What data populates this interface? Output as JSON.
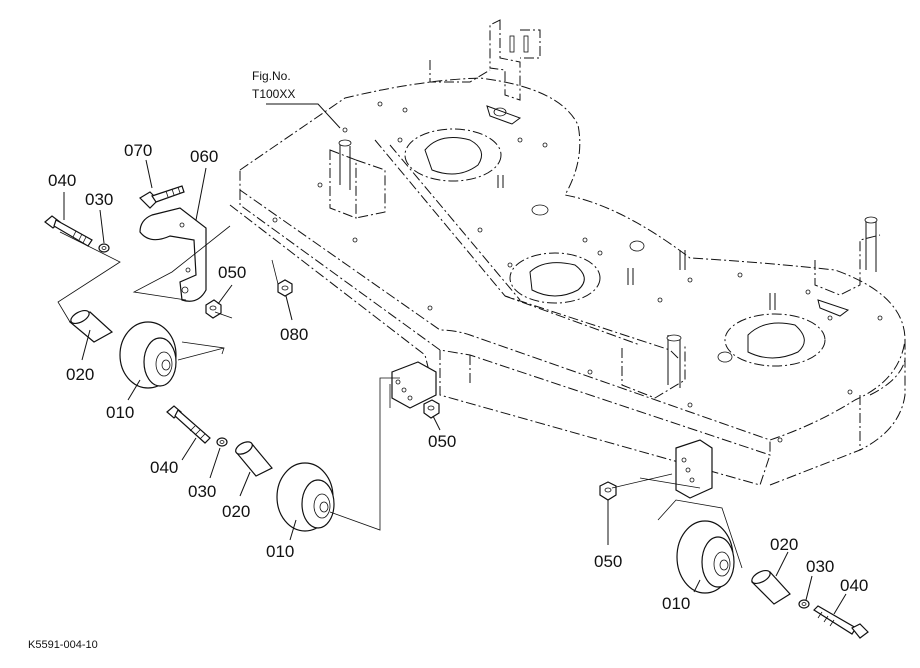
{
  "figure": {
    "label_line1": "Fig.No.",
    "label_line2": "T100XX"
  },
  "reference_code": "K5591-004-10",
  "part_numbers": {
    "p070": "070",
    "p060": "060",
    "p040_a": "040",
    "p030_a": "030",
    "p050_a": "050",
    "p080": "080",
    "p020_a": "020",
    "p010_a": "010",
    "p050_b": "050",
    "p040_b": "040",
    "p030_b": "030",
    "p020_b": "020",
    "p010_b": "010",
    "p050_c": "050",
    "p020_c": "020",
    "p030_c": "030",
    "p040_c": "040",
    "p010_c": "010"
  }
}
